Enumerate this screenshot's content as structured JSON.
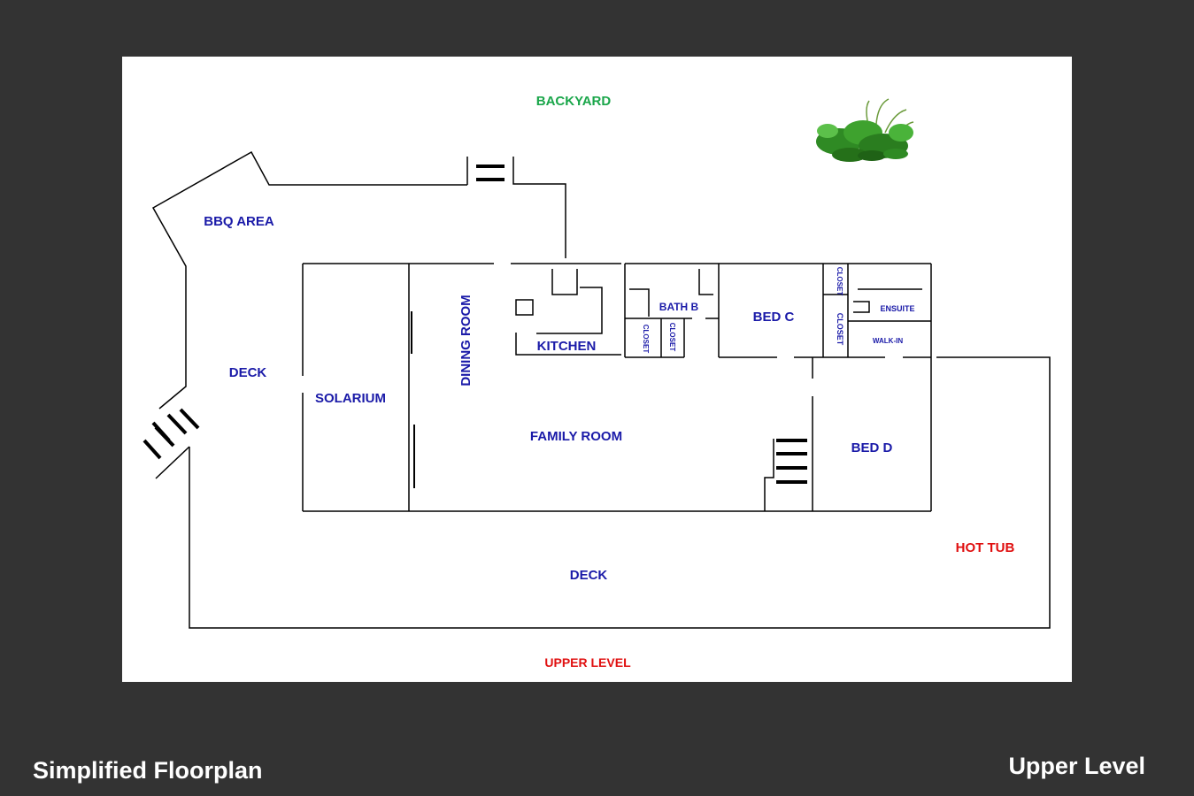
{
  "labels": {
    "backyard": "BACKYARD",
    "bbq_area": "BBQ AREA",
    "deck_west": "DECK",
    "solarium": "SOLARIUM",
    "dining_room": "DINING ROOM",
    "kitchen": "KITCHEN",
    "family_room": "FAMILY ROOM",
    "bath_b": "BATH B",
    "closet_1": "CLOSET",
    "closet_2": "CLOSET",
    "bed_c": "BED C",
    "closet_3": "CLOSET",
    "closet_4": "CLOSET",
    "ensuite": "ENSUITE",
    "walk_in": "WALK-IN",
    "bed_d": "BED D",
    "hot_tub": "HOT TUB",
    "deck_south": "DECK",
    "upper_level": "UPPER LEVEL"
  },
  "captions": {
    "left": "Simplified Floorplan",
    "right": "Upper Level"
  },
  "colors": {
    "background": "#333333",
    "card": "#ffffff",
    "room_label": "#1a1aa8",
    "backyard_label": "#1aa64a",
    "highlight_label": "#e01010"
  },
  "icons": {
    "plant": "plant-icon"
  }
}
